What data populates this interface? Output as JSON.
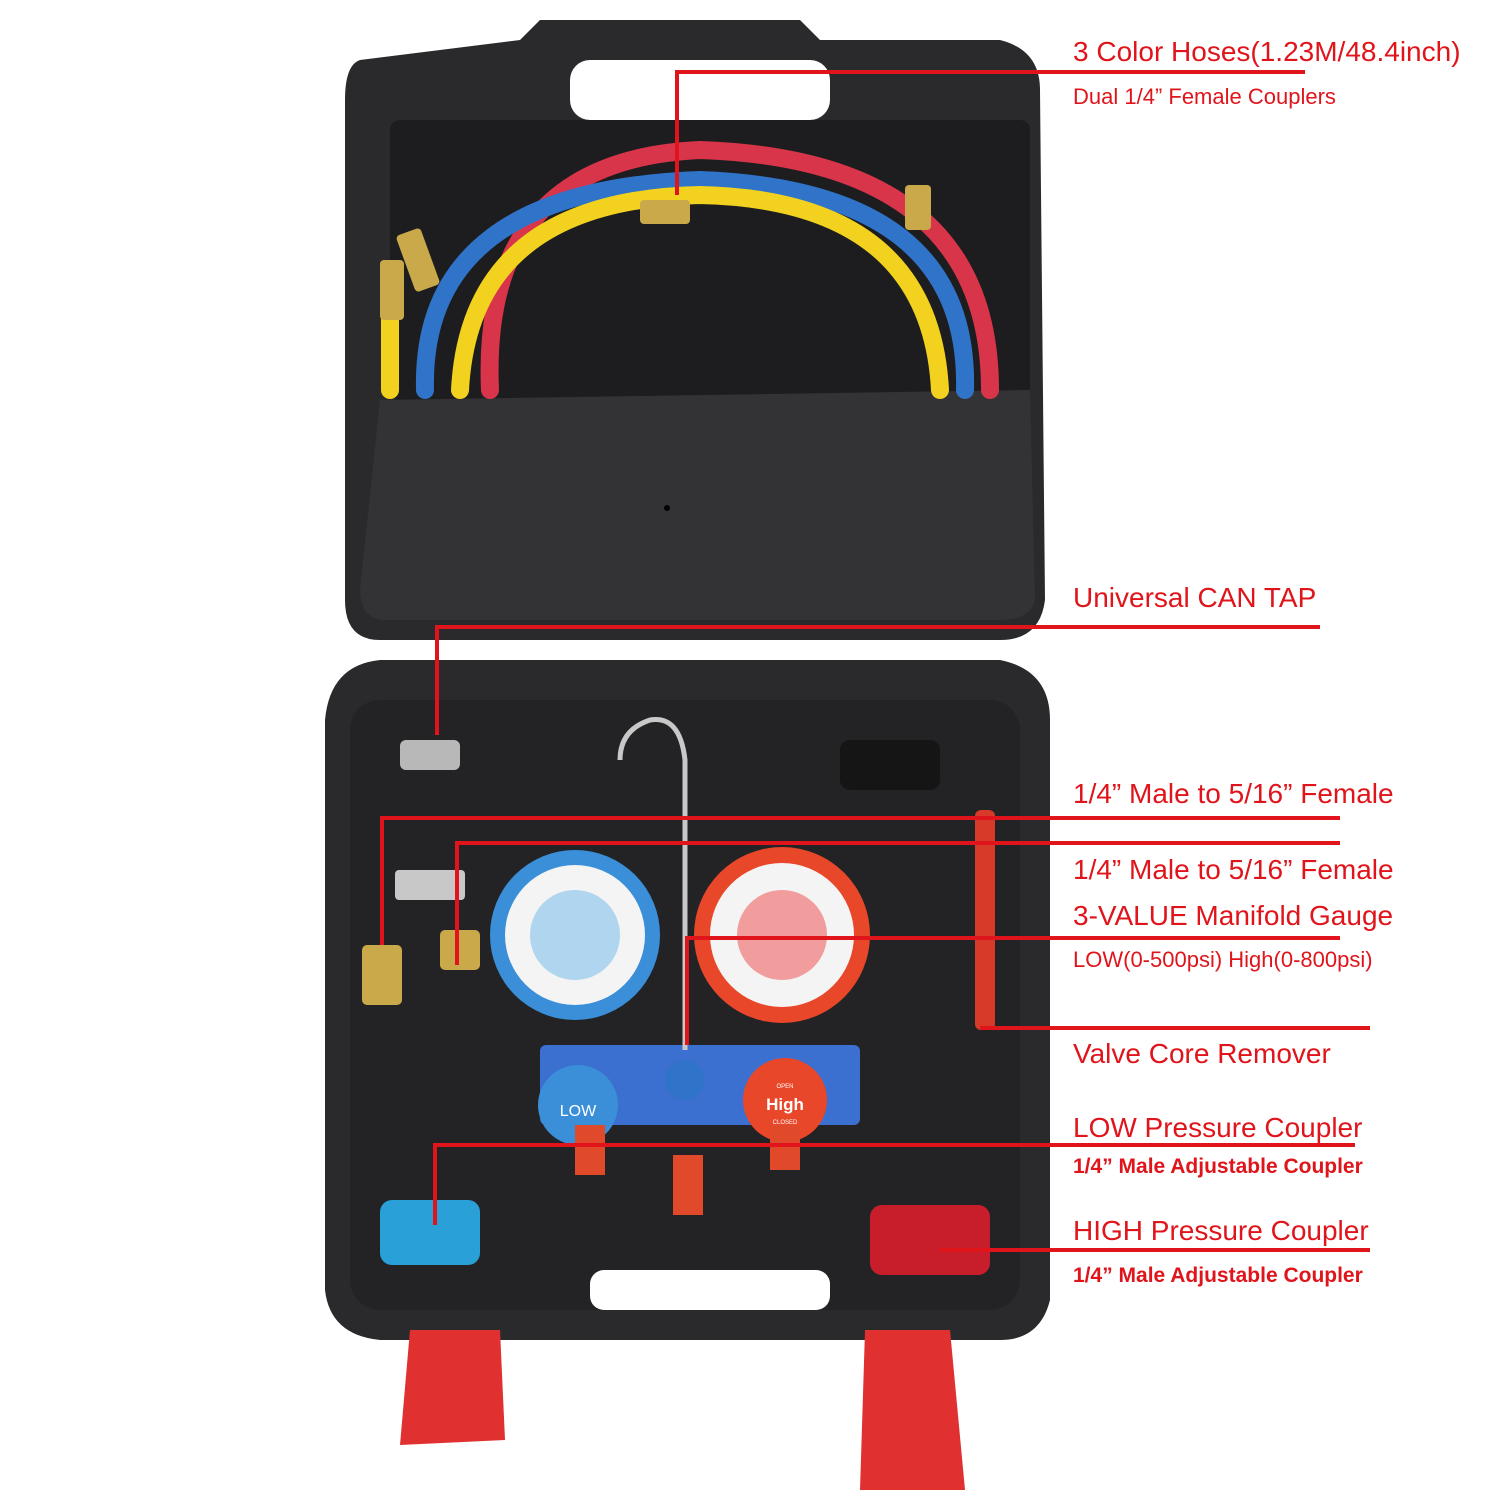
{
  "colors": {
    "callout": "#e0141b",
    "case": "#2a2a2c",
    "low_gauge": "#3a8fd8",
    "high_gauge": "#e8472a",
    "hose_red": "#d8344a",
    "hose_yellow": "#f2d21e",
    "hose_blue": "#2f74c8",
    "latch": "#e03030"
  },
  "callouts": [
    {
      "title": "3 Color Hoses(1.23M/48.4inch)",
      "subtitle": "Dual 1/4” Female  Couplers"
    },
    {
      "title": "Universal CAN TAP"
    },
    {
      "title": "1/4” Male to 5/16” Female"
    },
    {
      "title": "1/4” Male to 5/16” Female"
    },
    {
      "title": "3-VALUE Manifold Gauge",
      "subtitle": "LOW(0-500psi) High(0-800psi)"
    },
    {
      "title": "Valve Core Remover"
    },
    {
      "title": "LOW Pressure Coupler",
      "subtitle": "1/4” Male Adjustable Coupler"
    },
    {
      "title": "HIGH Pressure Coupler",
      "subtitle": "1/4” Male Adjustable Coupler"
    }
  ],
  "knobs": {
    "low": "LOW",
    "high": "High",
    "open": "OPEN",
    "closed": "CLOSED"
  }
}
